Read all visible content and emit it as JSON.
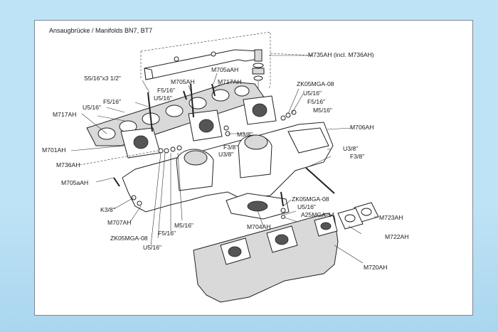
{
  "title": "Ansaugbrücke / Manifolds BN7, BT7",
  "labels": {
    "m735ah": "M735AH (incl. M736AH)",
    "s516x312": "S5/16\"x3 1/2\"",
    "m705aah_top": "M705aAH",
    "m705ah_top": "M705AH",
    "m717ah_top": "M717AH",
    "f516_top": "F5/16\"",
    "u516_top": "U5/16\"",
    "zk05mga08_top": "ZK05MGA-08",
    "u516_right": "U5/16\"",
    "f516_right": "F5/16\"",
    "m516_right": "M5/16\"",
    "u516_left": "U5/16\"",
    "f516_left": "F5/16\"",
    "m717ah_left": "M717AH",
    "m706ah": "M706AH",
    "m38": "M3/8\"",
    "f38_mid": "F3/8\"",
    "u38_mid": "U3/8\"",
    "u38_right": "U3/8\"",
    "f38_right": "F3/8\"",
    "m701ah": "M701AH",
    "m736ah": "M736AH",
    "m705aah_left": "M705aAH",
    "zk05mga08_mid": "ZK05MGA-08",
    "u516_mid": "U5/16\"",
    "a25mga14": "A25MGA-14",
    "m723ah": "M723AH",
    "k38": "K3/8\"",
    "m704ah": "M704AH",
    "m722ah": "M722AH",
    "m707ah": "M707AH",
    "m516_bottom": "M5/16\"",
    "f516_bottom": "F5/16\"",
    "zk05mga08_bottom": "ZK05MGA-08",
    "u516_bottom": "U5/16\"",
    "m720ah": "M720AH"
  }
}
